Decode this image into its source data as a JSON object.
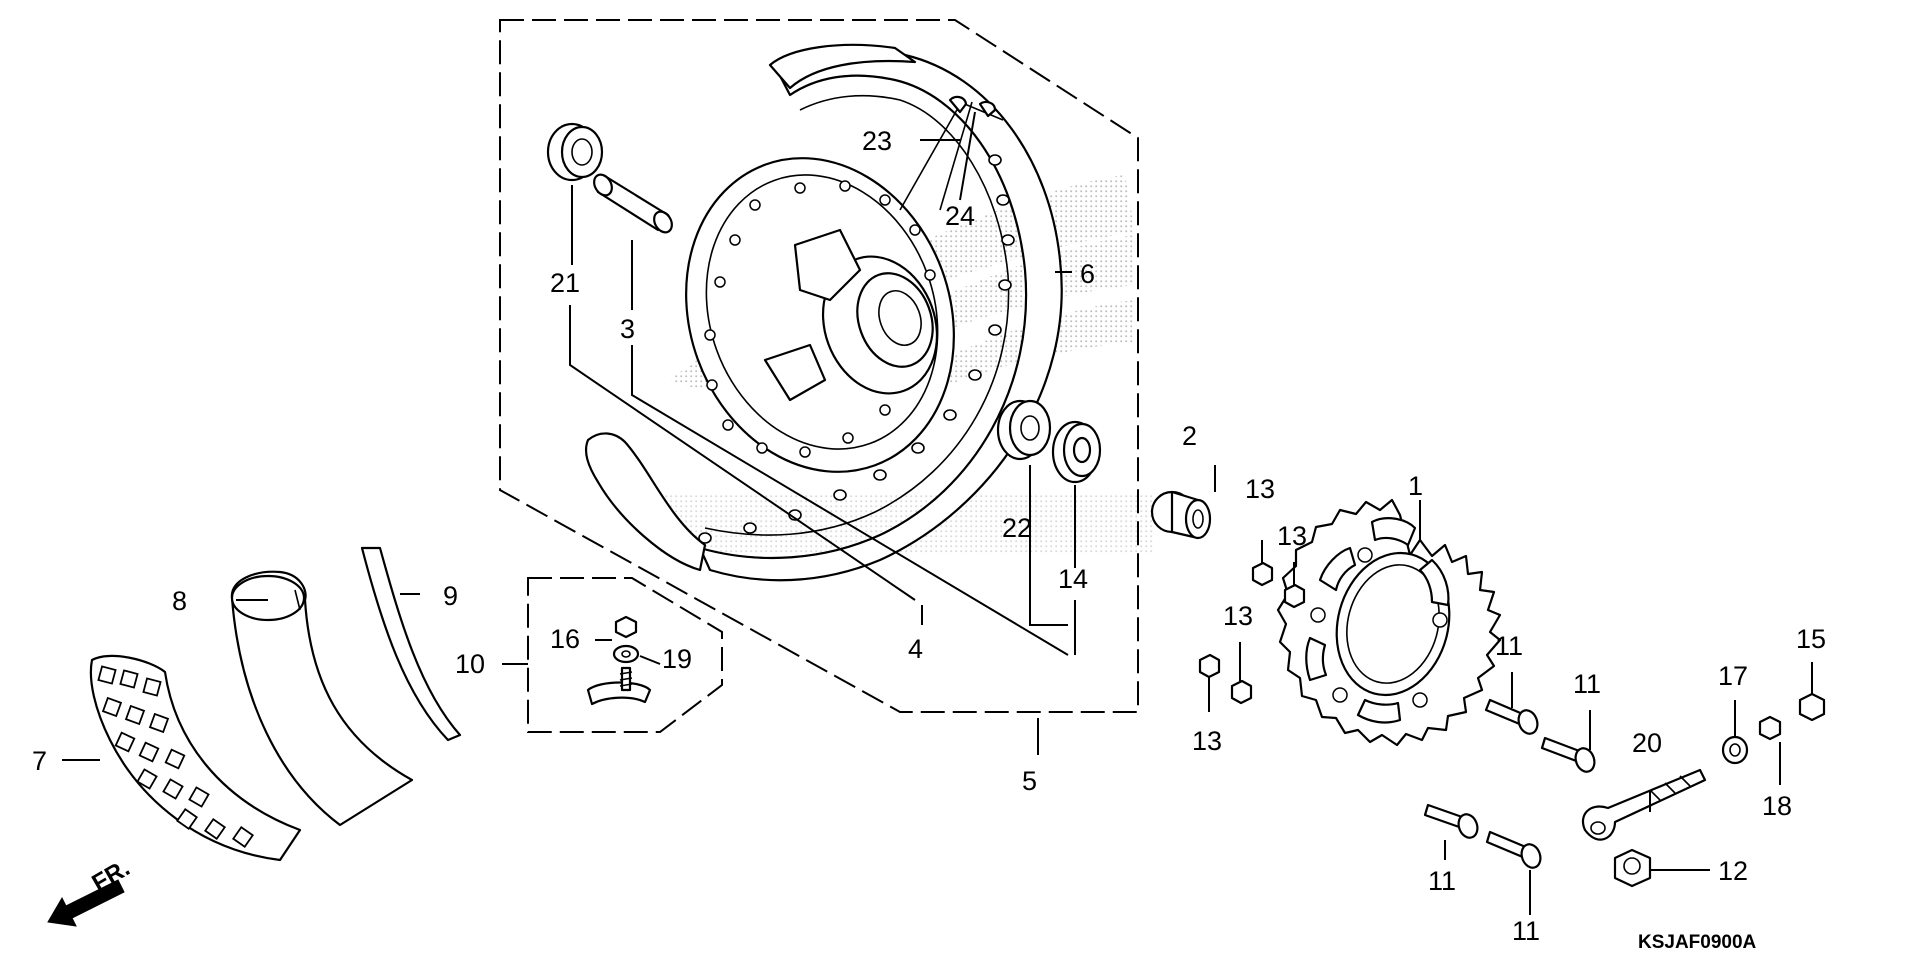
{
  "diagram_code": "KSJAF0900A",
  "direction_label": "FR.",
  "callouts": {
    "c1": "1",
    "c2": "2",
    "c3": "3",
    "c4": "4",
    "c5": "5",
    "c6": "6",
    "c7": "7",
    "c8": "8",
    "c9": "9",
    "c10": "10",
    "c11a": "11",
    "c11b": "11",
    "c11c": "11",
    "c11d": "11",
    "c12": "12",
    "c13a": "13",
    "c13b": "13",
    "c13c": "13",
    "c13d": "13",
    "c14": "14",
    "c15": "15",
    "c16": "16",
    "c17": "17",
    "c18": "18",
    "c19": "19",
    "c20": "20",
    "c21": "21",
    "c22": "22",
    "c23": "23",
    "c24": "24"
  },
  "colors": {
    "line": "#000000",
    "background": "#ffffff",
    "watermark": "#b0b0b0"
  },
  "icons": [
    "wheel-rim",
    "hub",
    "spokes",
    "bearing",
    "distance-collar",
    "sprocket",
    "tire",
    "tube",
    "rim-band",
    "rim-lock",
    "bolt",
    "nut",
    "chain-adjuster",
    "front-direction-arrow"
  ]
}
